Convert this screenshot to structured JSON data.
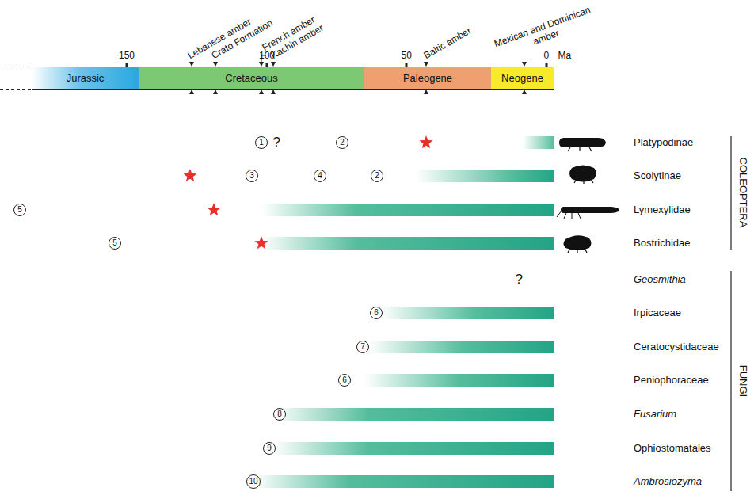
{
  "diagram": {
    "nodes": [
      {
        "text": [
          "Jurassic"
        ]
      },
      {
        "text": [
          "Cretaceous"
        ]
      },
      {
        "text": [
          "Paleogene"
        ]
      },
      {
        "text": [
          "Neogene"
        ]
      },
      {
        "text": [
          "1"
        ]
      },
      {
        "text": [
          "2"
        ]
      },
      {
        "text": [
          "3"
        ]
      },
      {
        "text": [
          "4"
        ]
      },
      {
        "text": [
          "2"
        ]
      },
      {
        "text": [
          "5"
        ]
      },
      {
        "text": [
          "5"
        ]
      },
      {
        "text": [
          "6"
        ]
      },
      {
        "text": [
          "7"
        ]
      },
      {
        "text": [
          "6"
        ]
      },
      {
        "text": [
          "8"
        ]
      },
      {
        "text": [
          "9"
        ]
      },
      {
        "text": [
          "10"
        ]
      }
    ],
    "labels": [
      "150",
      "100",
      "50",
      "0",
      "Ma",
      "Lebanese amber",
      "Crato Formation",
      "French amber",
      "Kachin amber",
      "Baltic amber",
      "Mexican and Dominican amber",
      "?",
      "Platypodinae",
      "Scolytinae",
      "Lymexylidae",
      "Bostrichidae",
      "?",
      "Geosmithia",
      "Irpicaceae",
      "Ceratocystidaceae",
      "Peniophoraceae",
      "Fusarium",
      "Ophiostomatales",
      "Ambrosiozyma",
      "COLEOPTERA",
      "FUNGI"
    ]
  }
}
